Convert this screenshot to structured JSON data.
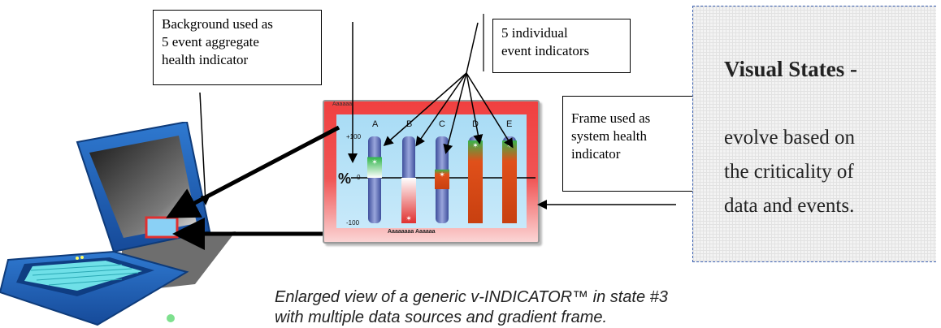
{
  "callouts": {
    "background": [
      "Background used as",
      "5 event aggregate",
      "health indicator"
    ],
    "individual": [
      "5 individual",
      "event indicators"
    ],
    "frame": [
      "Frame used as",
      "system health",
      "indicator"
    ]
  },
  "states": {
    "title": "Visual States -",
    "lines": [
      "evolve based on",
      "the criticality of",
      "data and events."
    ]
  },
  "caption": {
    "line1": "Enlarged view of a generic v-INDICATOR™  in state #3",
    "line2": "with multiple data sources and gradient frame."
  },
  "panel": {
    "columns": [
      "A",
      "B",
      "C",
      "D",
      "E"
    ],
    "top_tick": "+100",
    "mid_tick": "0",
    "bottom_tick": "-100",
    "percent": "%",
    "corner_label": "Aaaaaa",
    "footer": "Aaaaaaaa Aaaaaa",
    "colors": {
      "frame_red": "#f04040",
      "background_blue": "#a9dcf5",
      "bar_blue": "#6d7fc0",
      "orange": "#e05a1a",
      "green": "#39b54a"
    }
  },
  "indicator_levels": [
    {
      "column": "A",
      "value": 50,
      "color": "green"
    },
    {
      "column": "B",
      "value": -100,
      "color": "red"
    },
    {
      "column": "C",
      "value": 20,
      "color": "orange"
    },
    {
      "column": "D",
      "value": 90,
      "color": "orange"
    },
    {
      "column": "E",
      "value": 90,
      "color": "orange"
    }
  ]
}
